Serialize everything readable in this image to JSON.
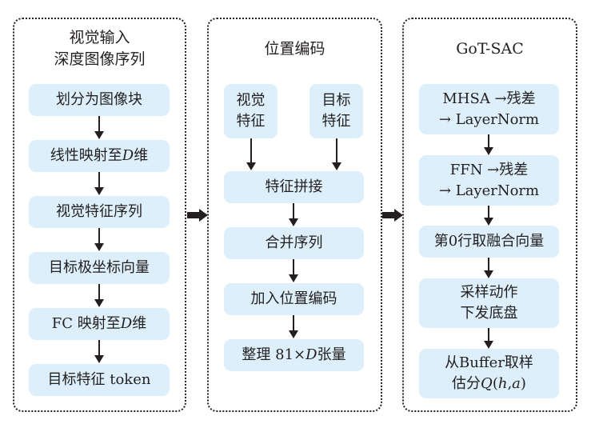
{
  "panels": [
    {
      "title_lines": [
        "视觉输入",
        "深度图像序列"
      ],
      "steps": [
        {
          "text": "划分为图像块"
        },
        {
          "pre": "线性映射至 ",
          "var": "D",
          "post": " 维"
        },
        {
          "text": "视觉特征序列"
        },
        {
          "text": "目标极坐标向量"
        },
        {
          "pre": "FC 映射至 ",
          "var": "D",
          "post": " 维"
        },
        {
          "text": "目标特征 token"
        }
      ]
    },
    {
      "title": "位置编码",
      "inputs": [
        {
          "lines": [
            "视觉",
            "特征"
          ]
        },
        {
          "lines": [
            "目标",
            "特征"
          ]
        }
      ],
      "steps": [
        {
          "text": "特征拼接"
        },
        {
          "text": "合并序列"
        },
        {
          "text": "加入位置编码"
        },
        {
          "pre": "整理 81×",
          "var": "D",
          "post": " 张量"
        }
      ]
    },
    {
      "title": "GoT-SAC",
      "steps": [
        {
          "lines": [
            "MHSA →残差",
            "→ LayerNorm"
          ]
        },
        {
          "lines": [
            "FFN →残差",
            "→ LayerNorm"
          ]
        },
        {
          "text": "第0行取融合向量"
        },
        {
          "lines": [
            "采样动作",
            "下发底盘"
          ]
        },
        {
          "line1": "从Buffer取样",
          "pre2": "估分",
          "var2": "Q",
          "post2a": "(",
          "var2b": "h",
          "post2b": ",",
          "var2c": "a",
          "post2c": ")"
        }
      ]
    }
  ],
  "colors": {
    "box_fill": "#dceffa",
    "line": "#231f20"
  }
}
